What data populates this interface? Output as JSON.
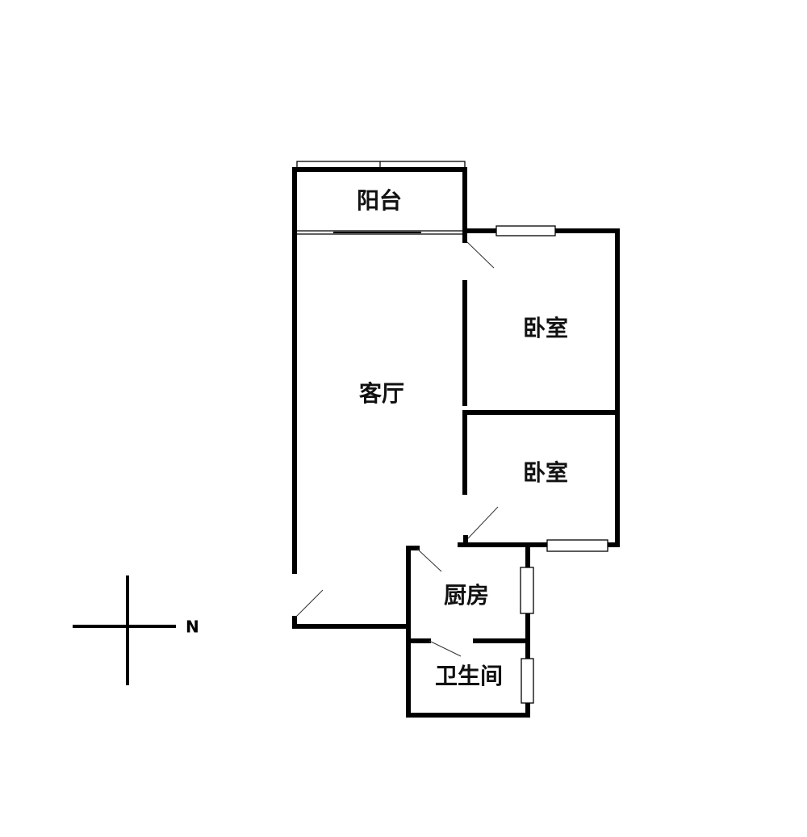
{
  "floorplan": {
    "rooms": {
      "balcony": "阳台",
      "bedroom_1": "卧室",
      "living_room": "客厅",
      "bedroom_2": "卧室",
      "kitchen": "厨房",
      "bathroom": "卫生间"
    },
    "compass": {
      "north_label": "N"
    }
  }
}
